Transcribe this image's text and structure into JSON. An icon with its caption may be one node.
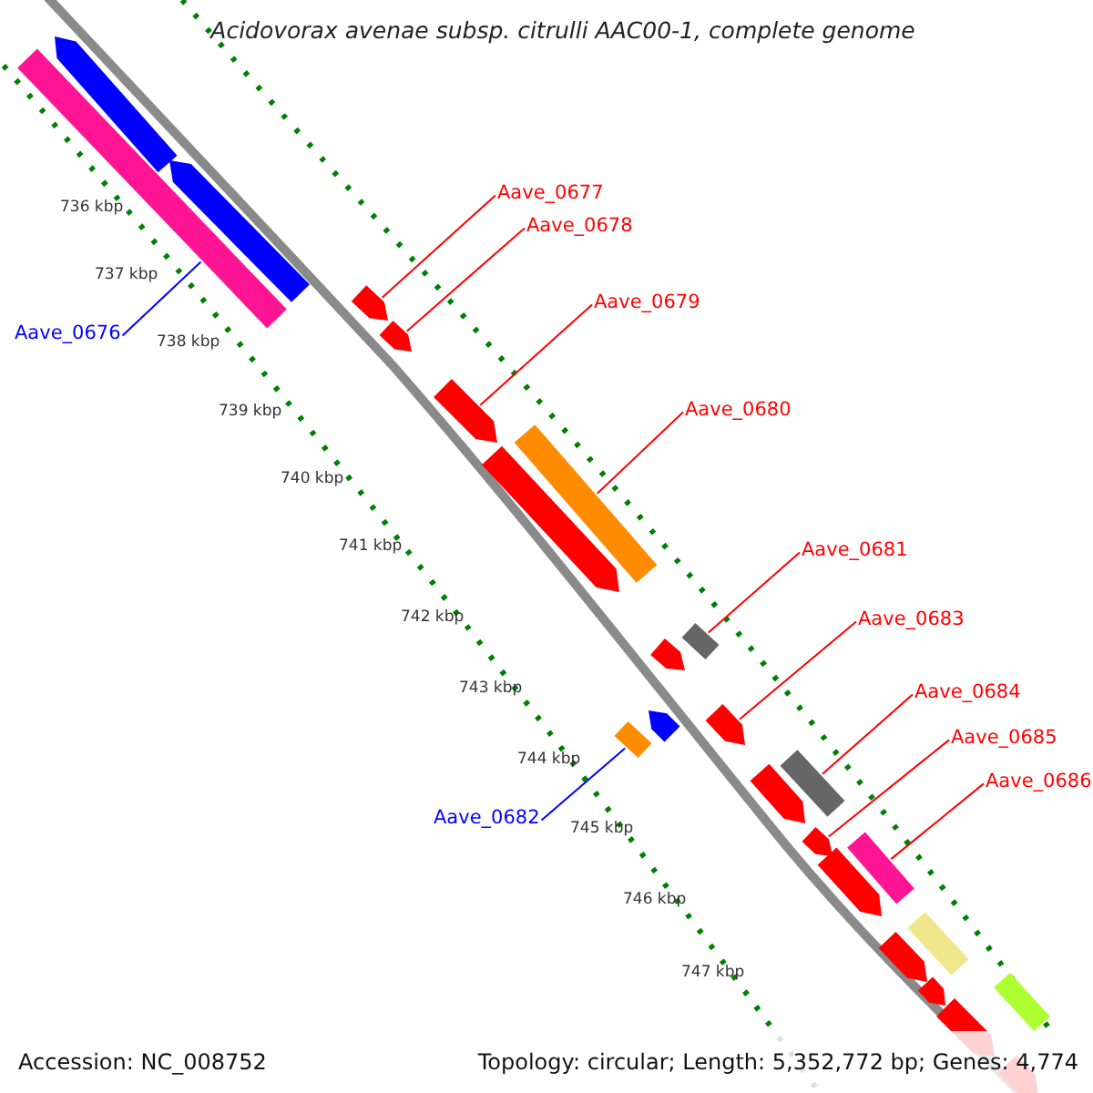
{
  "diagram": {
    "title": "Acidovorax avenae subsp. citrulli AAC00-1, complete genome",
    "nodes": [
      {
        "text": [
          "Aave_0676"
        ]
      },
      {
        "text": [
          "Aave_0677"
        ]
      },
      {
        "text": [
          "Aave_0678"
        ]
      },
      {
        "text": [
          "Aave_0679"
        ]
      },
      {
        "text": [
          "Aave_0680"
        ]
      },
      {
        "text": [
          "Aave_0681"
        ]
      },
      {
        "text": [
          "Aave_0683"
        ]
      },
      {
        "text": [
          "Aave_0684"
        ]
      },
      {
        "text": [
          "Aave_0685"
        ]
      },
      {
        "text": [
          "Aave_0686"
        ]
      },
      {
        "text": [
          "Aave_0682"
        ]
      },
      {
        "text": [],
        "shape": "bar"
      },
      {
        "text": [],
        "shape": "arrow"
      },
      {
        "text": [],
        "shape": "arrow"
      },
      {
        "text": [],
        "shape": "arrow"
      },
      {
        "text": [],
        "shape": "bar"
      },
      {
        "text": [],
        "shape": "bar"
      },
      {
        "text": [],
        "shape": "bar"
      },
      {
        "text": [],
        "shape": "arrow"
      },
      {
        "text": [],
        "shape": "bar"
      },
      {
        "text": [],
        "shape": "arrow"
      },
      {
        "text": [],
        "shape": "bar"
      }
    ],
    "edges": [
      {
        "from": 0,
        "to": 11,
        "arrow": "none",
        "color": "#0000ff"
      },
      {
        "from": 1,
        "to": 12,
        "arrow": "none"
      },
      {
        "from": 2,
        "to": 13,
        "arrow": "none"
      },
      {
        "from": 3,
        "to": 14,
        "arrow": "none"
      },
      {
        "from": 4,
        "to": 15,
        "arrow": "none"
      },
      {
        "from": 5,
        "to": 16,
        "arrow": "none"
      },
      {
        "from": 6,
        "to": 18,
        "arrow": "none"
      },
      {
        "from": 7,
        "to": 19,
        "arrow": "none"
      },
      {
        "from": 8,
        "to": 20,
        "arrow": "none"
      },
      {
        "from": 9,
        "to": 21,
        "arrow": "none"
      },
      {
        "from": 10,
        "to": 17,
        "arrow": "none",
        "color": "#0000ff"
      }
    ],
    "labels": [
      "736 kbp",
      "737 kbp",
      "738 kbp",
      "739 kbp",
      "740 kbp",
      "741 kbp",
      "742 kbp",
      "743 kbp",
      "744 kbp",
      "745 kbp",
      "746 kbp",
      "747 kbp",
      "Accession: NC_008752",
      "Topology: circular; Length: 5,352,772 bp; Genes: 4,774"
    ]
  }
}
